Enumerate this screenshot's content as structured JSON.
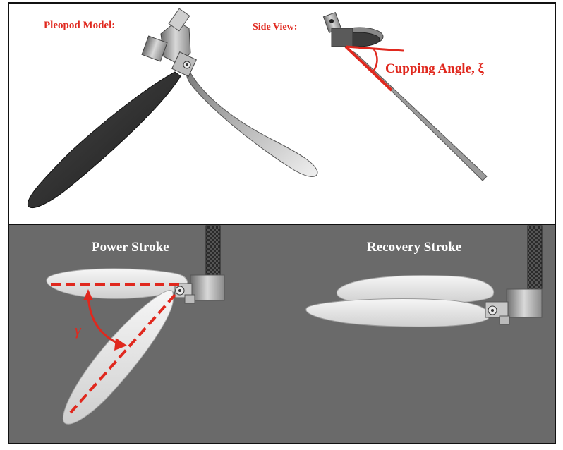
{
  "top_panel": {
    "pleopod_label": "Pleopod Model:",
    "side_view_label": "Side View:",
    "cupping_label": "Cupping Angle, ξ"
  },
  "bottom_panel": {
    "power_label": "Power Stroke",
    "recovery_label": "Recovery Stroke",
    "gamma_label": "γ"
  },
  "colors": {
    "accent_red": "#e0281e",
    "background_gray": "#6a6a6a",
    "blade_dark": "#262626",
    "blade_light": "#d8d8d8"
  }
}
